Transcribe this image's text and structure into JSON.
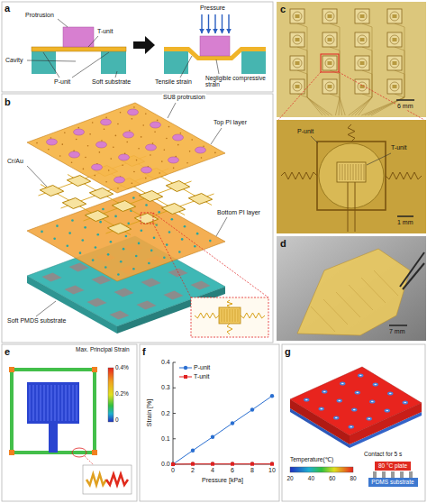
{
  "diagram": {
    "nodes": [
      {
        "text": [
          "80 °C plate"
        ]
      },
      {
        "text": [
          "PDMS substrate"
        ]
      }
    ],
    "labels": [
      "a",
      "Protrusion",
      "T-unit",
      "Cavity",
      "P-unit",
      "Soft substrate",
      "Pressure",
      "Tensile strain",
      "Negligible compressive strain",
      "b",
      "SU8 protrusion",
      "Top PI layer",
      "Cr/Au",
      "Bottom PI layer",
      "Soft PMDS substrate",
      "c",
      "6 mm",
      "P-unit",
      "T-unit",
      "1 mm",
      "d",
      "7 mm",
      "e",
      "Max. Principal Strain",
      "0.4%",
      "0.2%",
      "0",
      "f",
      "Strain [%]",
      "Pressure [kPa]",
      "0.0",
      "0.1",
      "0.2",
      "0.3",
      "0.4",
      "0",
      "2",
      "4",
      "6",
      "8",
      "10",
      "g",
      "Temperature(℃)",
      "20",
      "40",
      "60",
      "80",
      "Contact for 5 s"
    ],
    "legend": [
      {
        "text": "P-unit"
      },
      {
        "text": "T-unit"
      }
    ]
  }
}
